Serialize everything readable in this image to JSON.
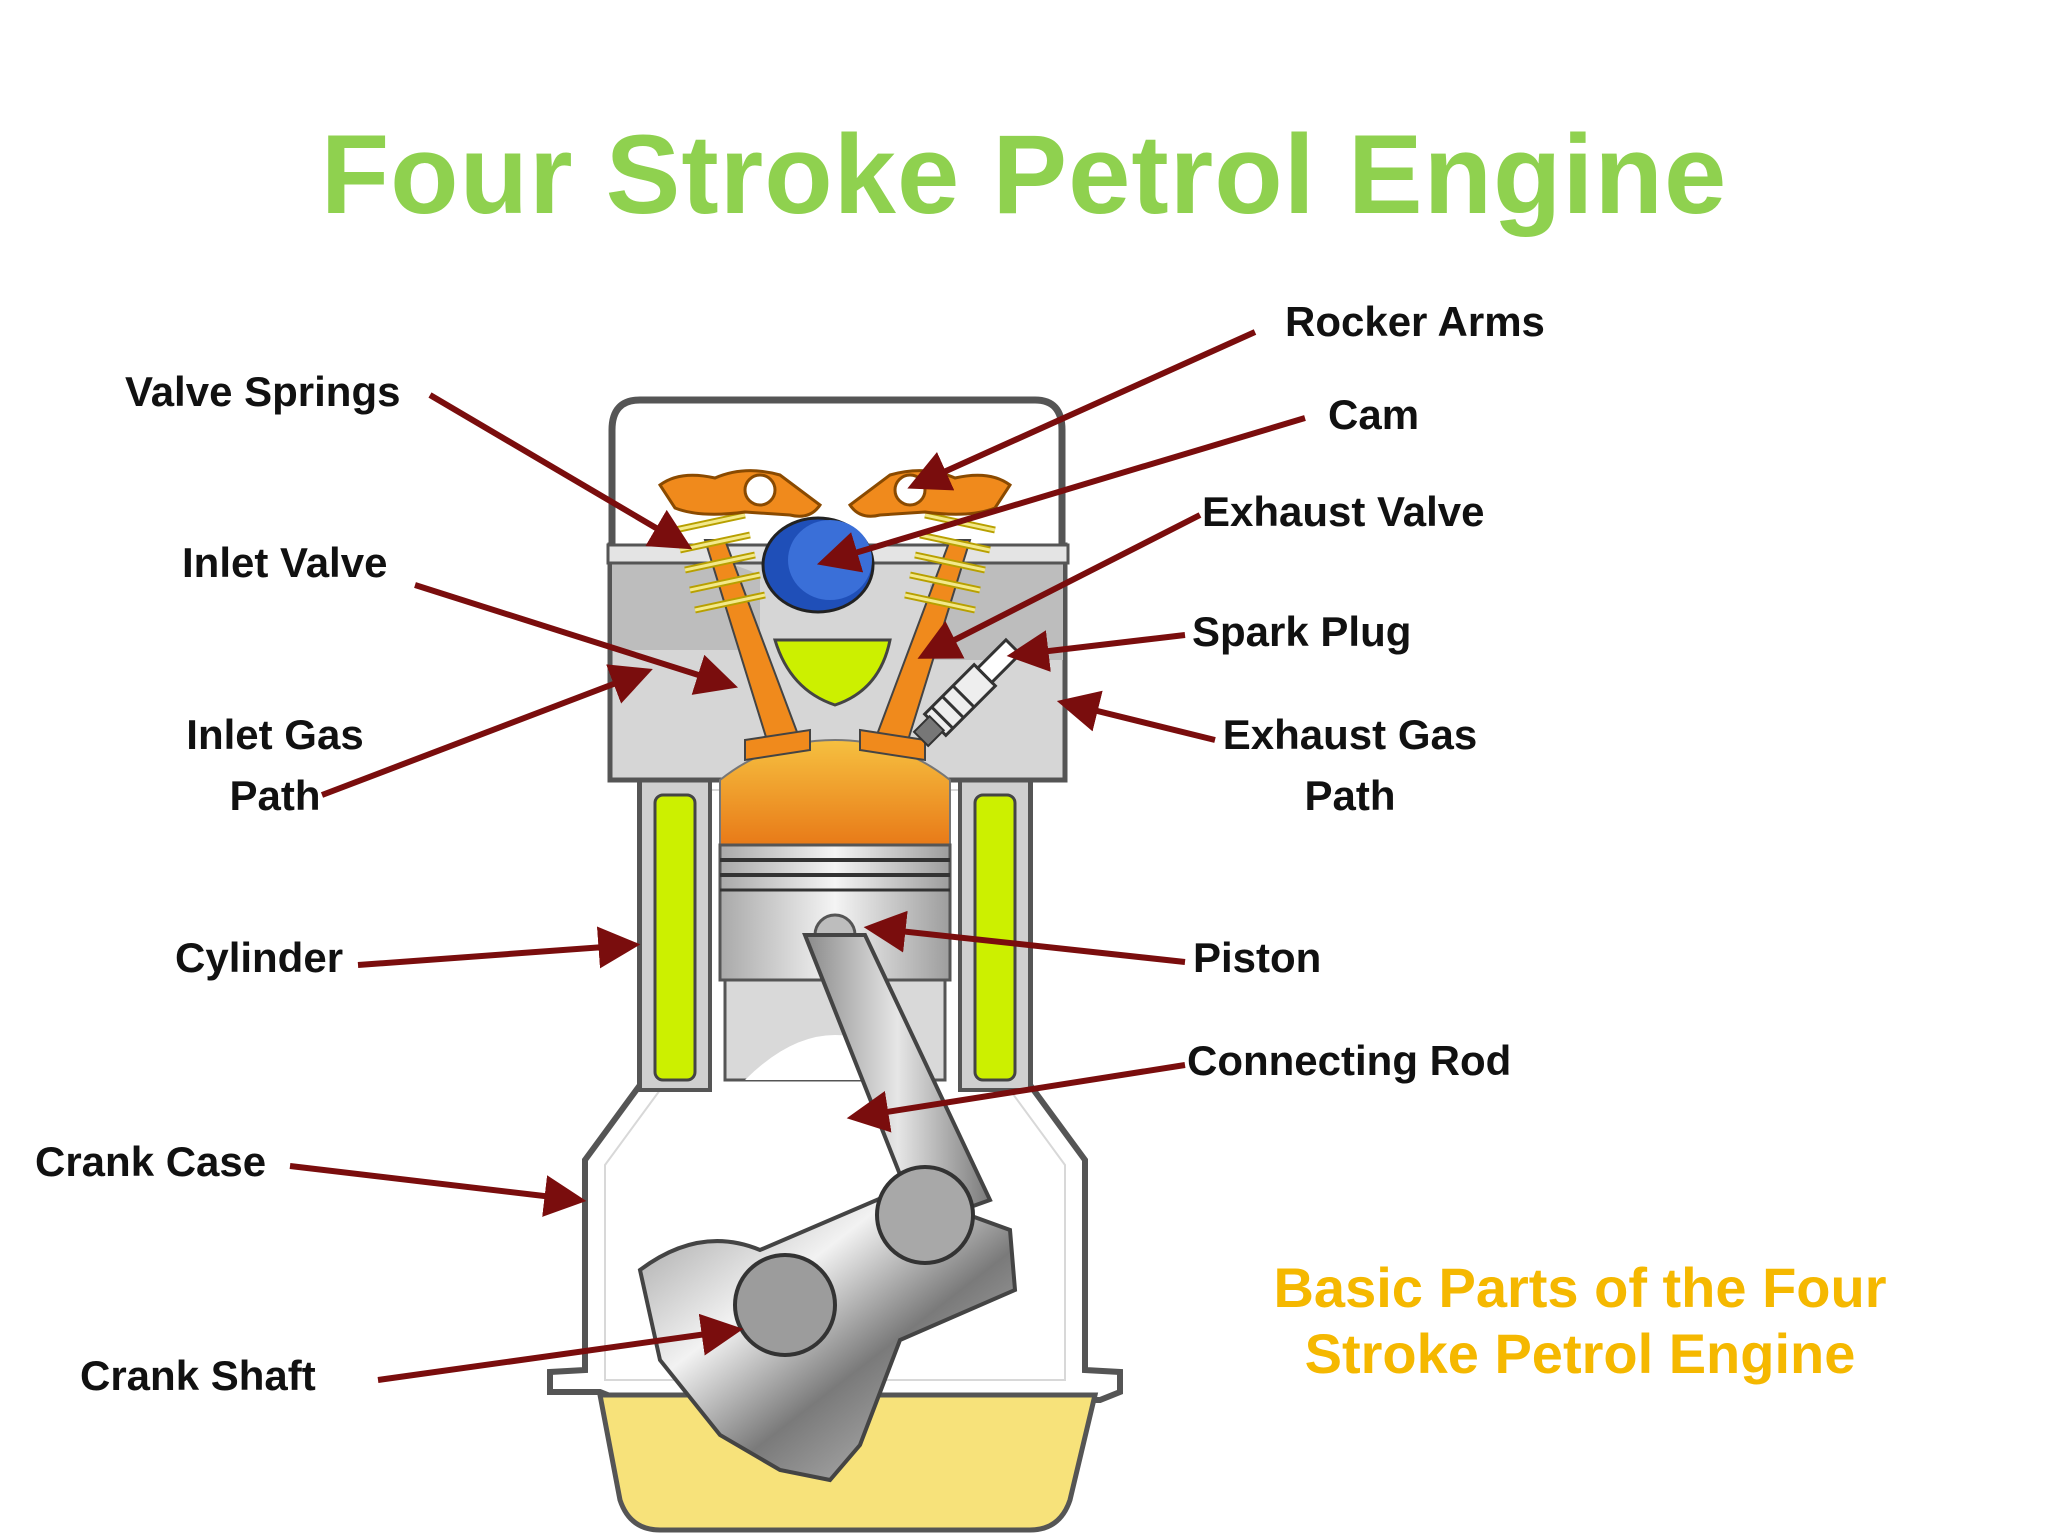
{
  "title": "Four Stroke Petrol Engine",
  "caption": "Basic Parts of the Four Stroke Petrol Engine",
  "labels": {
    "rocker_arms": "Rocker Arms",
    "cam": "Cam",
    "exhaust_valve": "Exhaust Valve",
    "spark_plug": "Spark Plug",
    "exhaust_gas_path_line1": "Exhaust Gas",
    "exhaust_gas_path_line2": "Path",
    "piston": "Piston",
    "connecting_rod": "Connecting Rod",
    "valve_springs": "Valve Springs",
    "inlet_valve": "Inlet Valve",
    "inlet_gas_path_line1": "Inlet Gas",
    "inlet_gas_path_line2": "Path",
    "cylinder": "Cylinder",
    "crank_case": "Crank Case",
    "crank_shaft": "Crank Shaft"
  },
  "colors": {
    "title": "#8fd14f",
    "caption": "#f5b800",
    "arrow": "#7a0d0d",
    "rocker": "#f08a1c",
    "cam": "#3a6fd8",
    "coolant": "#ccf000",
    "oil": "#f7e27a",
    "metal": "#c9c9c9"
  }
}
